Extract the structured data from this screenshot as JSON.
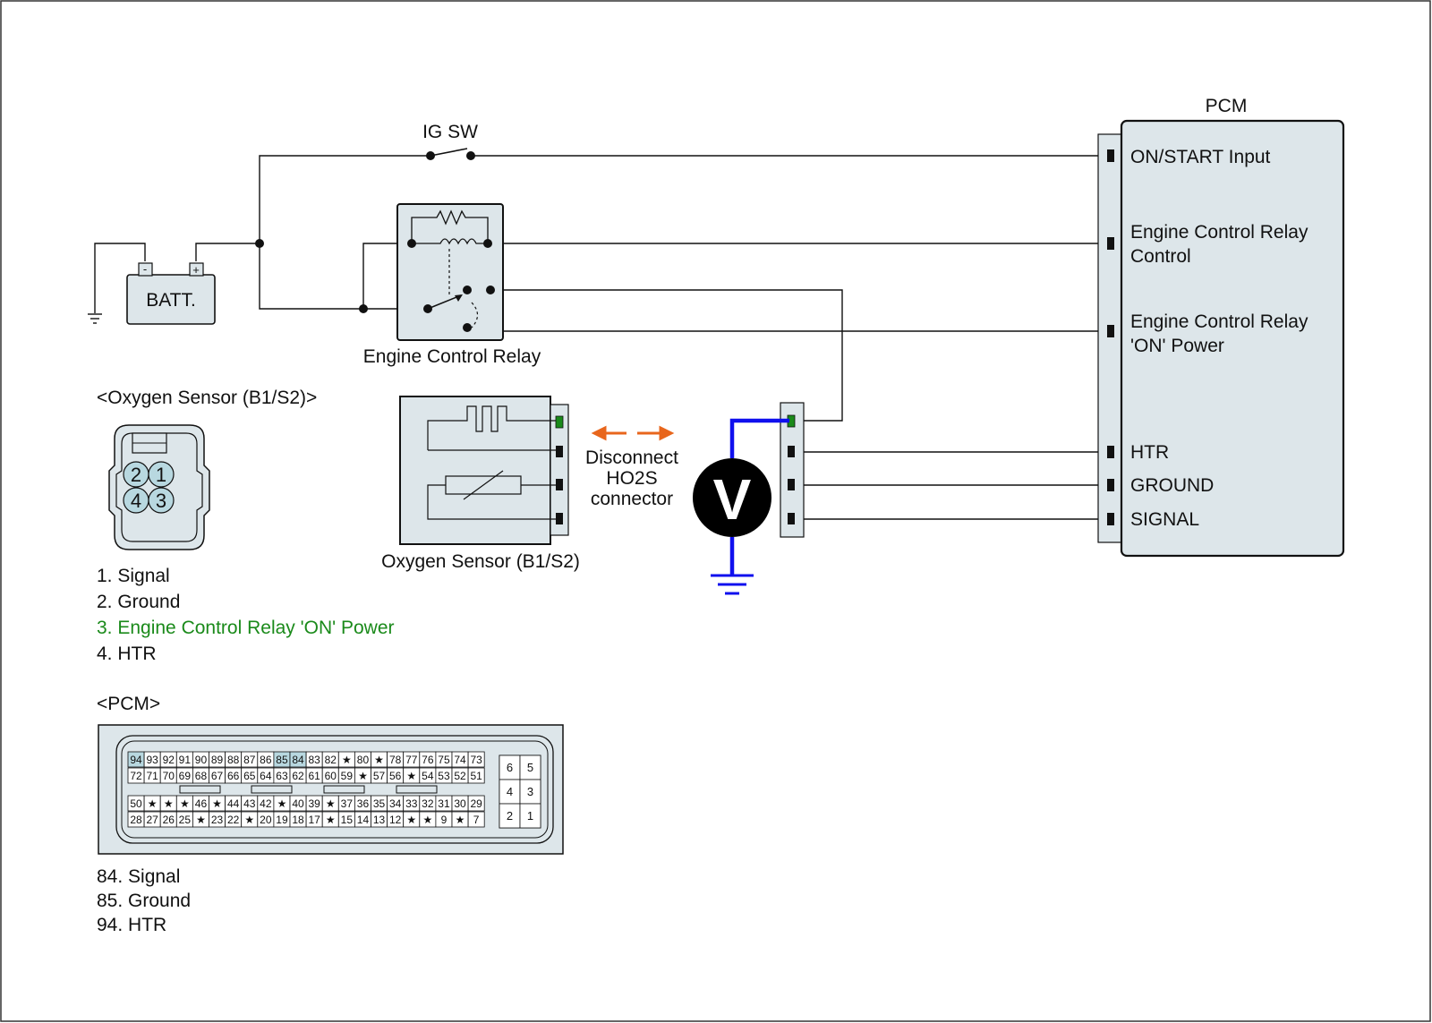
{
  "colors": {
    "accent_green": "#1a8a1a",
    "meter_blue": "#1010ee",
    "arrow_orange": "#e8661c",
    "pin_highlight": "#b8d8e0",
    "panel_fill": "#dde6ea"
  },
  "labels": {
    "ig_sw": "IG SW",
    "batt": "BATT.",
    "batt_minus": "-",
    "batt_plus": "+",
    "engine_control_relay": "Engine Control Relay",
    "oxygen_sensor_caption": "Oxygen Sensor (B1/S2)",
    "disconnect_line1": "Disconnect",
    "disconnect_line2": "HO2S",
    "disconnect_line3": "connector",
    "voltmeter": "V",
    "pcm_title": "PCM"
  },
  "pcm_terminals": {
    "on_start": "ON/START Input",
    "ecr_control_1": "Engine Control Relay",
    "ecr_control_2": "Control",
    "ecr_on_1": "Engine Control Relay",
    "ecr_on_2": "'ON' Power",
    "htr": "HTR",
    "ground": "GROUND",
    "signal": "SIGNAL"
  },
  "oxygen_connector": {
    "title": "<Oxygen Sensor (B1/S2)>",
    "pins": [
      "2",
      "1",
      "4",
      "3"
    ],
    "legend": [
      "1. Signal",
      "2. Ground",
      "3. Engine Control Relay 'ON' Power",
      "4. HTR"
    ]
  },
  "pcm_connector": {
    "title": "<PCM>",
    "row1": [
      "94",
      "93",
      "92",
      "91",
      "90",
      "89",
      "88",
      "87",
      "86",
      "85",
      "84",
      "83",
      "82",
      "★",
      "80",
      "★",
      "78",
      "77",
      "76",
      "75",
      "74",
      "73"
    ],
    "row2": [
      "72",
      "71",
      "70",
      "69",
      "68",
      "67",
      "66",
      "65",
      "64",
      "63",
      "62",
      "61",
      "60",
      "59",
      "★",
      "57",
      "56",
      "★",
      "54",
      "53",
      "52",
      "51"
    ],
    "row3": [
      "50",
      "★",
      "★",
      "★",
      "46",
      "★",
      "44",
      "43",
      "42",
      "★",
      "40",
      "39",
      "★",
      "37",
      "36",
      "35",
      "34",
      "33",
      "32",
      "31",
      "30",
      "29"
    ],
    "row4": [
      "28",
      "27",
      "26",
      "25",
      "★",
      "23",
      "22",
      "★",
      "20",
      "19",
      "18",
      "17",
      "★",
      "15",
      "14",
      "13",
      "12",
      "★",
      "★",
      "9",
      "★",
      "7"
    ],
    "side": [
      "6",
      "5",
      "4",
      "3",
      "2",
      "1"
    ],
    "highlighted": [
      "94",
      "85",
      "84"
    ],
    "legend": [
      "84. Signal",
      "85. Ground",
      "94. HTR"
    ]
  }
}
